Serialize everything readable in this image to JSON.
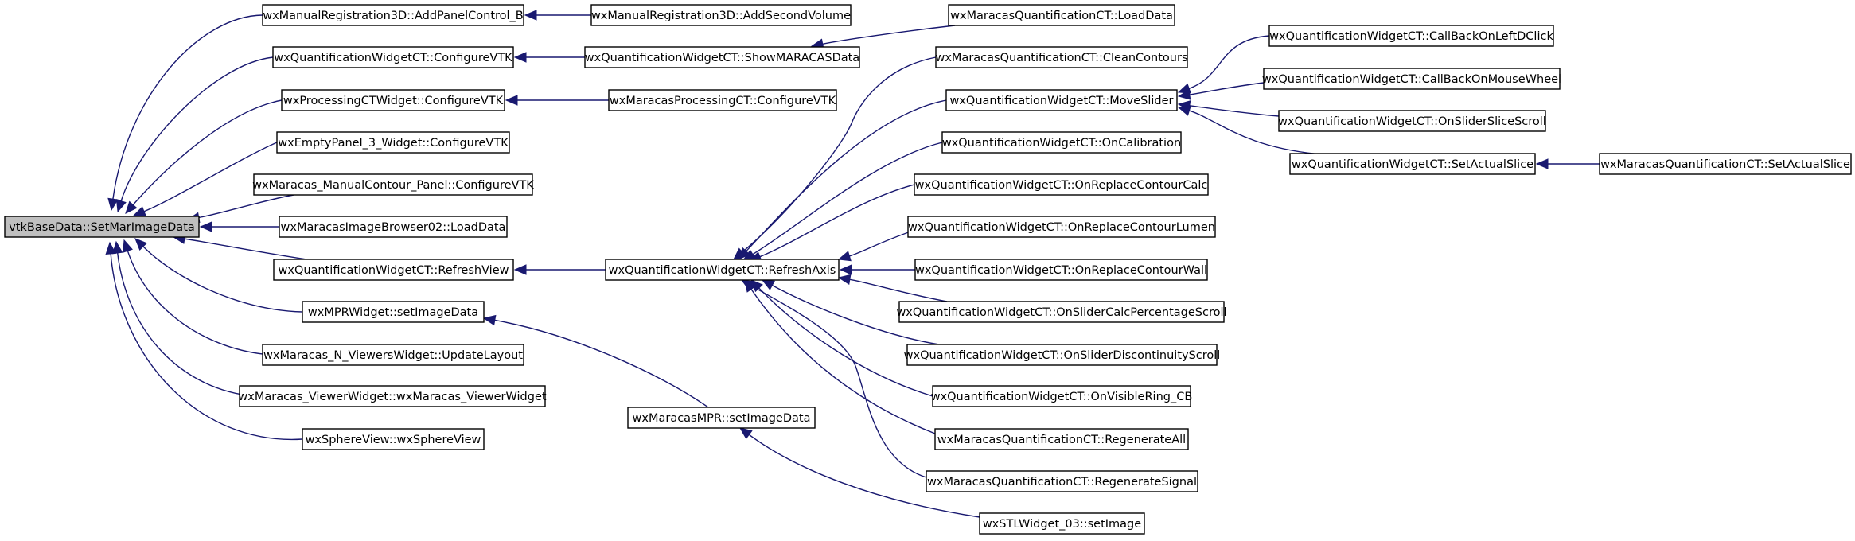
{
  "colors": {
    "edge": "#191970",
    "node_border": "#000000",
    "root_fill": "#bfbfbf",
    "background": "#ffffff"
  },
  "root": "vtkBaseData::SetMarImageData",
  "nodes": {
    "root": "vtkBaseData::SetMarImageData",
    "addPanelControlB": "wxManualRegistration3D::AddPanelControl_B",
    "addSecondVolume": "wxManualRegistration3D::AddSecondVolume",
    "qwConfigureVTK": "wxQuantificationWidgetCT::ConfigureVTK",
    "showMaracasData": "wxQuantificationWidgetCT::ShowMARACASData",
    "procConfigureVTK": "wxProcessingCTWidget::ConfigureVTK",
    "maracasProcConfigureVTK": "wxMaracasProcessingCT::ConfigureVTK",
    "emptyPanelConfigureVTK": "wxEmptyPanel_3_Widget::ConfigureVTK",
    "manualContourConfigureVTK": "wxMaracas_ManualContour_Panel::ConfigureVTK",
    "imageBrowserLoadData": "wxMaracasImageBrowser02::LoadData",
    "refreshView": "wxQuantificationWidgetCT::RefreshView",
    "refreshAxis": "wxQuantificationWidgetCT::RefreshAxis",
    "mprSetImageData": "wxMPRWidget::setImageData",
    "maracasMprSetImageData": "wxMaracasMPR::setImageData",
    "stlSetImage": "wxSTLWidget_03::setImage",
    "nViewersUpdateLayout": "wxMaracas_N_ViewersWidget::UpdateLayout",
    "viewerWidget": "wxMaracas_ViewerWidget::wxMaracas_ViewerWidget",
    "sphereView": "wxSphereView::wxSphereView",
    "quantLoadData": "wxMaracasQuantificationCT::LoadData",
    "cleanContours": "wxMaracasQuantificationCT::CleanContours",
    "moveSlider": "wxQuantificationWidgetCT::MoveSlider",
    "onCalibration": "wxQuantificationWidgetCT::OnCalibration",
    "onReplaceContourCalc": "wxQuantificationWidgetCT::OnReplaceContourCalc",
    "onReplaceContourLumen": "wxQuantificationWidgetCT::OnReplaceContourLumen",
    "onReplaceContourWall": "wxQuantificationWidgetCT::OnReplaceContourWall",
    "onSliderCalcPercentageScroll": "wxQuantificationWidgetCT::OnSliderCalcPercentageScroll",
    "onSliderDiscontinuityScroll": "wxQuantificationWidgetCT::OnSliderDiscontinuityScroll",
    "onVisibleRingCB": "wxQuantificationWidgetCT::OnVisibleRing_CB",
    "regenerateAll": "wxMaracasQuantificationCT::RegenerateAll",
    "regenerateSignal": "wxMaracasQuantificationCT::RegenerateSignal",
    "callBackOnLeftDClick": "wxQuantificationWidgetCT::CallBackOnLeftDClick",
    "callBackOnMouseWheel": "wxQuantificationWidgetCT::CallBackOnMouseWheel",
    "onSliderSliceScroll": "wxQuantificationWidgetCT::OnSliderSliceScroll",
    "setActualSlice": "wxQuantificationWidgetCT::SetActualSlice",
    "quantSetActualSlice": "wxMaracasQuantificationCT::SetActualSlice"
  },
  "edges": [
    [
      "addPanelControlB",
      "root"
    ],
    [
      "qwConfigureVTK",
      "root"
    ],
    [
      "procConfigureVTK",
      "root"
    ],
    [
      "emptyPanelConfigureVTK",
      "root"
    ],
    [
      "manualContourConfigureVTK",
      "root"
    ],
    [
      "imageBrowserLoadData",
      "root"
    ],
    [
      "refreshView",
      "root"
    ],
    [
      "mprSetImageData",
      "root"
    ],
    [
      "nViewersUpdateLayout",
      "root"
    ],
    [
      "viewerWidget",
      "root"
    ],
    [
      "sphereView",
      "root"
    ],
    [
      "addSecondVolume",
      "addPanelControlB"
    ],
    [
      "showMaracasData",
      "qwConfigureVTK"
    ],
    [
      "maracasProcConfigureVTK",
      "procConfigureVTK"
    ],
    [
      "refreshAxis",
      "refreshView"
    ],
    [
      "maracasMprSetImageData",
      "mprSetImageData"
    ],
    [
      "quantLoadData",
      "showMaracasData"
    ],
    [
      "cleanContours",
      "refreshAxis"
    ],
    [
      "moveSlider",
      "refreshAxis"
    ],
    [
      "onCalibration",
      "refreshAxis"
    ],
    [
      "onReplaceContourCalc",
      "refreshAxis"
    ],
    [
      "onReplaceContourLumen",
      "refreshAxis"
    ],
    [
      "onReplaceContourWall",
      "refreshAxis"
    ],
    [
      "onSliderCalcPercentageScroll",
      "refreshAxis"
    ],
    [
      "onSliderDiscontinuityScroll",
      "refreshAxis"
    ],
    [
      "onVisibleRingCB",
      "refreshAxis"
    ],
    [
      "regenerateAll",
      "refreshAxis"
    ],
    [
      "regenerateSignal",
      "refreshAxis"
    ],
    [
      "stlSetImage",
      "maracasMprSetImageData"
    ],
    [
      "callBackOnLeftDClick",
      "moveSlider"
    ],
    [
      "callBackOnMouseWheel",
      "moveSlider"
    ],
    [
      "onSliderSliceScroll",
      "moveSlider"
    ],
    [
      "setActualSlice",
      "moveSlider"
    ],
    [
      "quantSetActualSlice",
      "setActualSlice"
    ]
  ]
}
